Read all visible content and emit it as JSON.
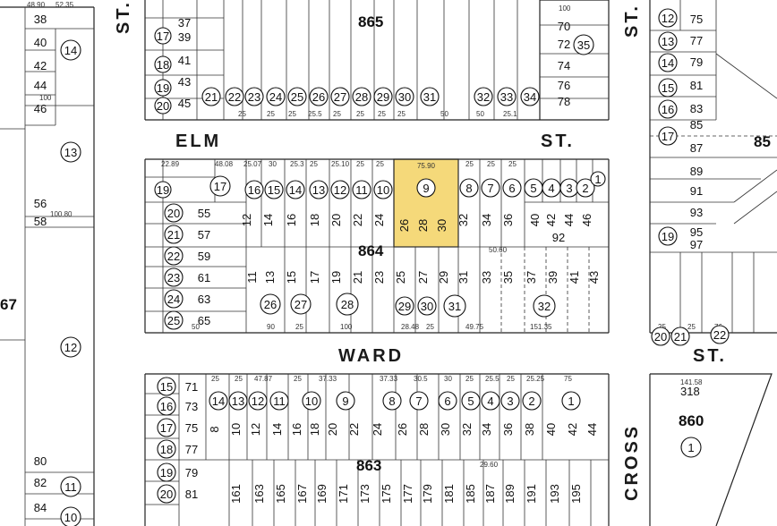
{
  "streets": {
    "elm": "ELM",
    "elm_st": "ST.",
    "ward": "WARD",
    "ward_st": "ST.",
    "cross": "CROSS",
    "top_left_st": "ST.",
    "top_right_st": "ST."
  },
  "blocks": {
    "north": "865",
    "center": "864",
    "south": "863",
    "east": "860",
    "far_right": "85",
    "left_partial": "67"
  },
  "highlight": {
    "lot": "9",
    "numbers": [
      "26",
      "28",
      "30"
    ],
    "frontage": "75.90",
    "color": "#f5d97a"
  },
  "lots": {
    "left_col": [
      "38",
      "40",
      "42",
      "44",
      "46",
      "56",
      "58",
      "80",
      "82",
      "84"
    ],
    "left_circles": [
      "14",
      "13",
      "12",
      "11",
      "10"
    ],
    "n865_circles": [
      "17",
      "18",
      "19",
      "20",
      "21",
      "22",
      "23",
      "24",
      "25",
      "26",
      "27",
      "28",
      "29",
      "30",
      "31",
      "32",
      "33",
      "34",
      "35"
    ],
    "n865_nums": [
      "37",
      "39",
      "41",
      "43",
      "45"
    ],
    "n865_right": [
      "70",
      "72",
      "74",
      "76",
      "78"
    ],
    "b864_top_circles": [
      "19",
      "17",
      "16",
      "15",
      "14",
      "13",
      "12",
      "11",
      "10",
      "8",
      "7",
      "6",
      "5",
      "4",
      "3",
      "2",
      "1"
    ],
    "b864_left_circles": [
      "20",
      "21",
      "22",
      "23",
      "24",
      "25"
    ],
    "b864_left_nums": [
      "55",
      "57",
      "59",
      "61",
      "63",
      "65"
    ],
    "b864_top_nums": [
      "12",
      "14",
      "16",
      "18",
      "20",
      "22",
      "24",
      "32",
      "34",
      "36",
      "40",
      "42",
      "44",
      "46"
    ],
    "b864_bottom_circles": [
      "26",
      "27",
      "28",
      "29",
      "30",
      "31",
      "32"
    ],
    "b864_bottom_nums": [
      "11",
      "13",
      "15",
      "17",
      "19",
      "21",
      "23",
      "25",
      "27",
      "29",
      "31",
      "33",
      "35",
      "37",
      "39",
      "41",
      "43"
    ],
    "b864_side": "92",
    "b863_top_circles": [
      "15",
      "16",
      "17",
      "18",
      "19",
      "20",
      "14",
      "13",
      "12",
      "11",
      "10",
      "9",
      "8",
      "7",
      "6",
      "5",
      "4",
      "3",
      "2",
      "1"
    ],
    "b863_left_nums": [
      "71",
      "73",
      "75",
      "77",
      "79",
      "81"
    ],
    "b863_top_nums": [
      "8",
      "10",
      "12",
      "14",
      "16",
      "18",
      "20",
      "22",
      "24",
      "26",
      "28",
      "30",
      "32",
      "34",
      "36",
      "38",
      "40",
      "42",
      "44"
    ],
    "b863_bottom_nums": [
      "161",
      "163",
      "165",
      "167",
      "169",
      "171",
      "173",
      "175",
      "177",
      "179",
      "181",
      "185",
      "187",
      "189",
      "191",
      "193",
      "195"
    ],
    "right_circles": [
      "12",
      "13",
      "14",
      "15",
      "16",
      "17",
      "19",
      "20",
      "21",
      "22"
    ],
    "right_nums": [
      "75",
      "77",
      "79",
      "81",
      "83",
      "85",
      "87",
      "89",
      "91",
      "93",
      "95",
      "97"
    ],
    "b860_circle": "1",
    "b860_num": "318"
  }
}
